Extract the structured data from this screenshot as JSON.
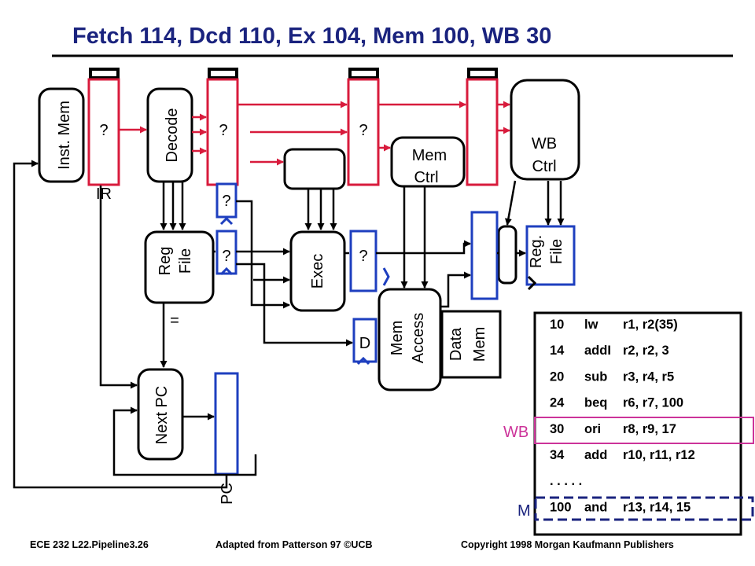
{
  "slide": {
    "title": "Fetch 114, Dcd 110, Ex 104, Mem 100, WB 30",
    "footer_left": "ECE 232  L22.Pipeline3.26",
    "footer_center": "Adapted from Patterson 97 ©UCB",
    "footer_right": "Copyright 1998 Morgan Kaufmann Publishers"
  },
  "blocks": {
    "inst_mem": "Inst. Mem",
    "decode": "Decode",
    "reg_file_a": "Reg",
    "reg_file_b": "File",
    "exec": "Exec",
    "mem_ctrl_a": "Mem",
    "mem_ctrl_b": "Ctrl",
    "wb_ctrl_a": "WB",
    "wb_ctrl_b": "Ctrl",
    "mem_access_a": "Mem",
    "mem_access_b": "Access",
    "data_mem_a": "Data",
    "data_mem_b": "Mem",
    "reg_file2_a": "Reg.",
    "reg_file2_b": "File",
    "next_pc": "Next PC"
  },
  "labels": {
    "ir": "IR",
    "pc": "PC",
    "equals": "=",
    "q": "?",
    "d": "D",
    "wb_marker": "WB",
    "m_marker": "M"
  },
  "program": [
    {
      "addr": "10",
      "op": "lw",
      "args": "r1, r2(35)"
    },
    {
      "addr": "14",
      "op": "addI",
      "args": "r2, r2, 3"
    },
    {
      "addr": "20",
      "op": "sub",
      "args": "r3, r4, r5"
    },
    {
      "addr": "24",
      "op": "beq",
      "args": "r6, r7, 100"
    },
    {
      "addr": "30",
      "op": "ori",
      "args": "r8, r9, 17"
    },
    {
      "addr": "34",
      "op": "add",
      "args": "r10, r11, r12"
    },
    {
      "addr": ". . . . .",
      "op": "",
      "args": ""
    },
    {
      "addr": "100",
      "op": "and",
      "args": "r13, r14, 15"
    }
  ],
  "colors": {
    "title": "#1a237e",
    "red_path": "#d81b3c",
    "blue_path": "#1e3fbf",
    "wb_highlight": "#cc3399",
    "m_highlight": "#1a237e"
  }
}
